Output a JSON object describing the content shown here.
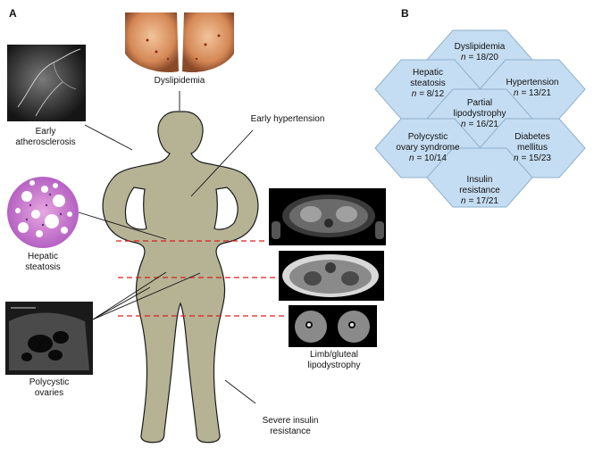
{
  "panel_a": {
    "letter": "A",
    "labels": {
      "dyslipidemia": "Dyslipidemia",
      "early_hypertension": "Early hypertension",
      "early_atherosclerosis_1": "Early",
      "early_atherosclerosis_2": "atherosclerosis",
      "hepatic_steatosis_1": "Hepatic",
      "hepatic_steatosis_2": "steatosis",
      "polycystic_ovaries_1": "Polycystic",
      "polycystic_ovaries_2": "ovaries",
      "limb_1": "Limb/gluteal",
      "limb_2": "lipodystrophy",
      "insulin_1": "Severe insulin",
      "insulin_2": "resistance"
    }
  },
  "panel_b": {
    "letter": "B",
    "cells": [
      {
        "line1": "Dyslipidemia",
        "line2": "",
        "n": "18/20"
      },
      {
        "line1": "Hepatic",
        "line2": "steatosis",
        "n": "8/12"
      },
      {
        "line1": "Hypertension",
        "line2": "",
        "n": "13/21"
      },
      {
        "line1": "Partial",
        "line2": "lipodystrophy",
        "n": "16/21"
      },
      {
        "line1": "Polycystic",
        "line2": "ovary syndrome",
        "n": "10/14"
      },
      {
        "line1": "Diabetes",
        "line2": "mellitus",
        "n": "15/23"
      },
      {
        "line1": "Insulin",
        "line2": "resistance",
        "n": "17/21"
      }
    ],
    "n_prefix": "n = "
  },
  "colors": {
    "body": "#b5b394",
    "hex_fill": "#c5ddf2",
    "hex_stroke": "#8fb0cc",
    "dash": "#dd1f1f"
  }
}
